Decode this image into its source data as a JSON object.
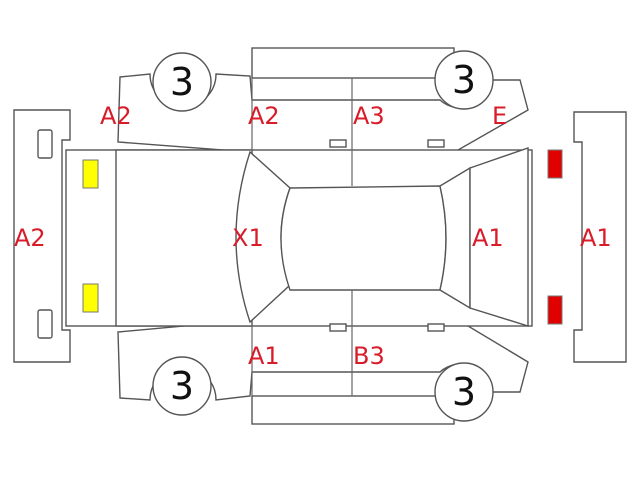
{
  "colors": {
    "code_text": "#d81c2a",
    "outline": "#555555",
    "front_lamp": "#ffff00",
    "rear_lamp": "#e00000"
  },
  "wheels": {
    "front_left": "3",
    "rear_left": "3",
    "front_right": "3",
    "rear_right": "3"
  },
  "codes": {
    "front_bumper": "A2",
    "front_left_fender": "A2",
    "left_front_door": "A2",
    "left_rear_door": "A3",
    "left_rear_quarter": "E",
    "hood": "X1",
    "trunk": "A1",
    "rear_bumper": "A1",
    "right_front_door": "A1",
    "right_rear_door": "B3"
  },
  "icons": {
    "front_lamps": "headlight-icon",
    "rear_lamps": "taillight-icon"
  }
}
